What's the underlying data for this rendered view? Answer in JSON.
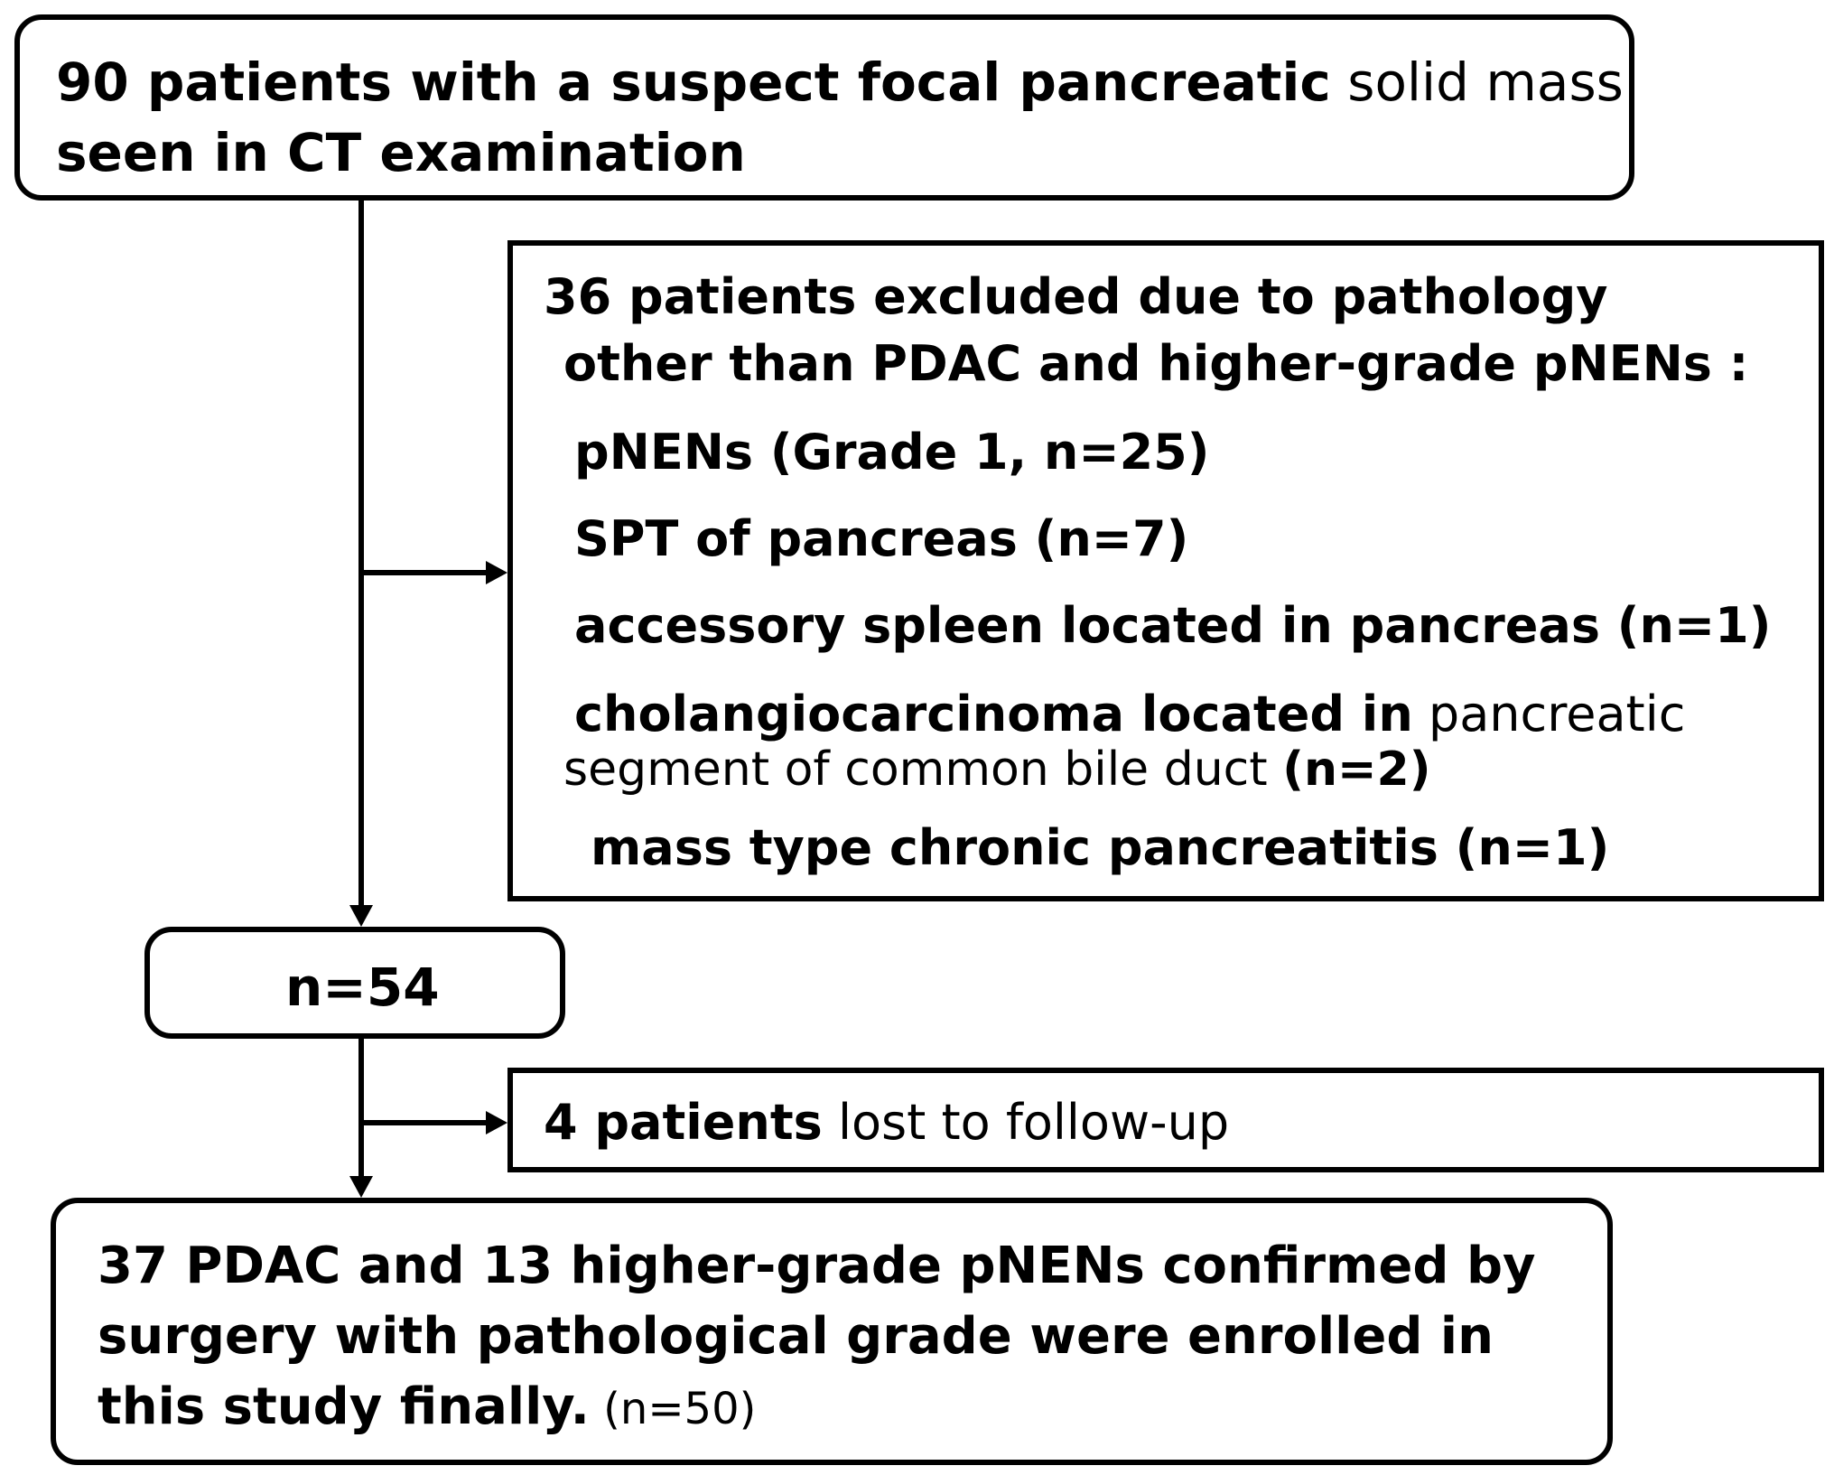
{
  "flow": {
    "start": {
      "line1_bold": "90 patients with a suspect focal pancreatic",
      "line1_normal": " solid mass",
      "line2": "seen in CT examination"
    },
    "exclusion": {
      "title1": "36 patients excluded due to pathology",
      "title2": "other than PDAC and higher-grade pNENs :",
      "items": [
        "pNENs  (Grade 1, n=25)",
        "SPT of pancreas (n=7)",
        "accessory spleen located in pancreas (n=1)"
      ],
      "item4_bold": "cholangiocarcinoma located in",
      "item4_normal": " pancreatic",
      "item4_line2_normal": "segment of common bile duct ",
      "item4_line2_bold": "(n=2)",
      "item5": "mass type chronic pancreatitis (n=1)"
    },
    "remaining": {
      "label": "n=54"
    },
    "lost": {
      "bold": "4 patients",
      "normal": " lost to follow-up"
    },
    "final": {
      "line1": "37 PDAC and 13 higher-grade pNENs confirmed by",
      "line2": "surgery with pathological grade were enrolled in",
      "line3_bold": "this study finally.",
      "line3_normal": " (n=50)"
    }
  },
  "colors": {
    "stroke": "#000000",
    "background": "#ffffff"
  }
}
